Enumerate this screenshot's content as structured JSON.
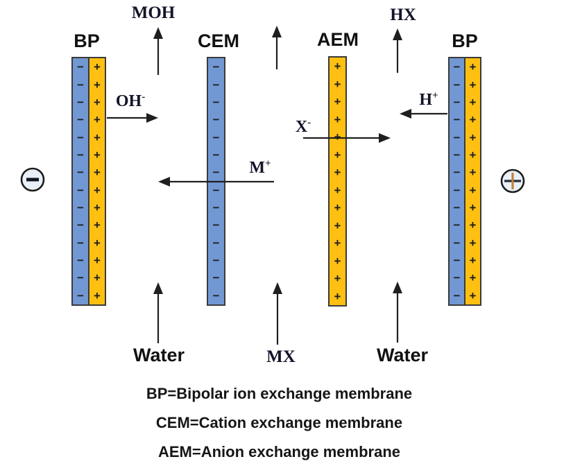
{
  "membranes": [
    {
      "id": "bp-left",
      "label": "BP",
      "layers": [
        {
          "charge": "−",
          "count": 14,
          "color": "blue"
        },
        {
          "charge": "+",
          "count": 14,
          "color": "orange"
        }
      ]
    },
    {
      "id": "cem",
      "label": "CEM",
      "layers": [
        {
          "charge": "−",
          "count": 14,
          "color": "blue"
        }
      ]
    },
    {
      "id": "aem",
      "label": "AEM",
      "layers": [
        {
          "charge": "+",
          "count": 14,
          "color": "orange"
        }
      ]
    },
    {
      "id": "bp-right",
      "label": "BP",
      "layers": [
        {
          "charge": "−",
          "count": 14,
          "color": "blue"
        },
        {
          "charge": "+",
          "count": 14,
          "color": "orange"
        }
      ]
    }
  ],
  "streams": {
    "top_left_out": "MOH",
    "top_right_out": "HX",
    "bottom_left_in": "Water",
    "bottom_middle_in": "MX",
    "bottom_right_in": "Water"
  },
  "ions": {
    "hydroxide": {
      "base": "OH",
      "sup": "-"
    },
    "metal_cation": {
      "base": "M",
      "sup": "+"
    },
    "anion": {
      "base": "X",
      "sup": "-"
    },
    "proton": {
      "base": "H",
      "sup": "+"
    }
  },
  "electrodes": {
    "cathode_sign": "−",
    "anode_sign": "+"
  },
  "legend": {
    "line1": "BP=Bipolar ion exchange membrane",
    "line2": "CEM=Cation exchange membrane",
    "line3": "AEM=Anion exchange membrane"
  },
  "colors": {
    "membrane_blue": "#7298d4",
    "membrane_orange": "#ffc011",
    "outline": "#3a3a3a",
    "arrow": "#1f1f1f",
    "electrode_fill": "#e9f0f8",
    "anode_plus_vertical": "#c28238"
  }
}
